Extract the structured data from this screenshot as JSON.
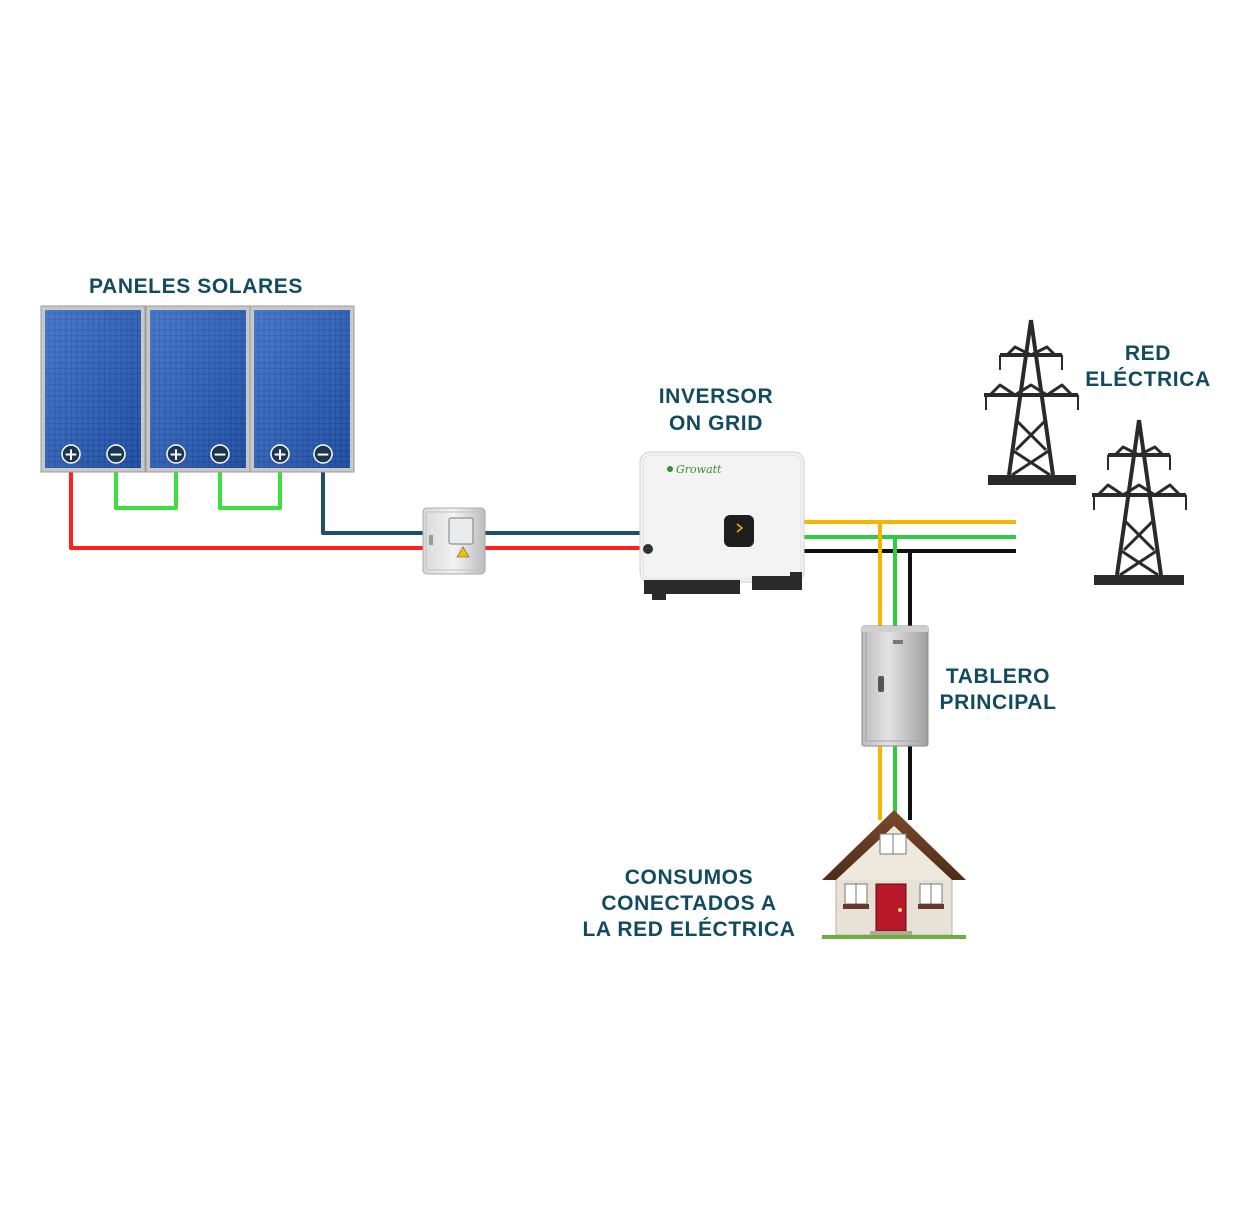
{
  "labels": {
    "panels": "PANELES SOLARES",
    "inverter_line1": "INVERSOR",
    "inverter_line2": "ON GRID",
    "grid_line1": "RED",
    "grid_line2": "ELÉCTRICA",
    "board_line1": "TABLERO",
    "board_line2": "PRINCIPAL",
    "loads_line1": "CONSUMOS",
    "loads_line2": "CONECTADOS A",
    "loads_line3": "LA RED ELÉCTRICA"
  },
  "terminals": {
    "positive": "+",
    "negative": "−"
  },
  "inverter_brand": "Growatt",
  "colors": {
    "label_text": "#124b5f",
    "wire_positive": "#ff2020",
    "wire_negative": "#1f4e6b",
    "wire_series": "#3ce03c",
    "wire_phase": "#f7b500",
    "wire_ground": "#2ecc40",
    "wire_neutral": "#111111",
    "panel_blue": "#1a4fa8",
    "tower": "#2a2a2a"
  },
  "icons": [
    "solar-panel-icon",
    "combiner-box-icon",
    "inverter-icon",
    "transmission-tower-icon",
    "electrical-cabinet-icon",
    "house-icon"
  ]
}
